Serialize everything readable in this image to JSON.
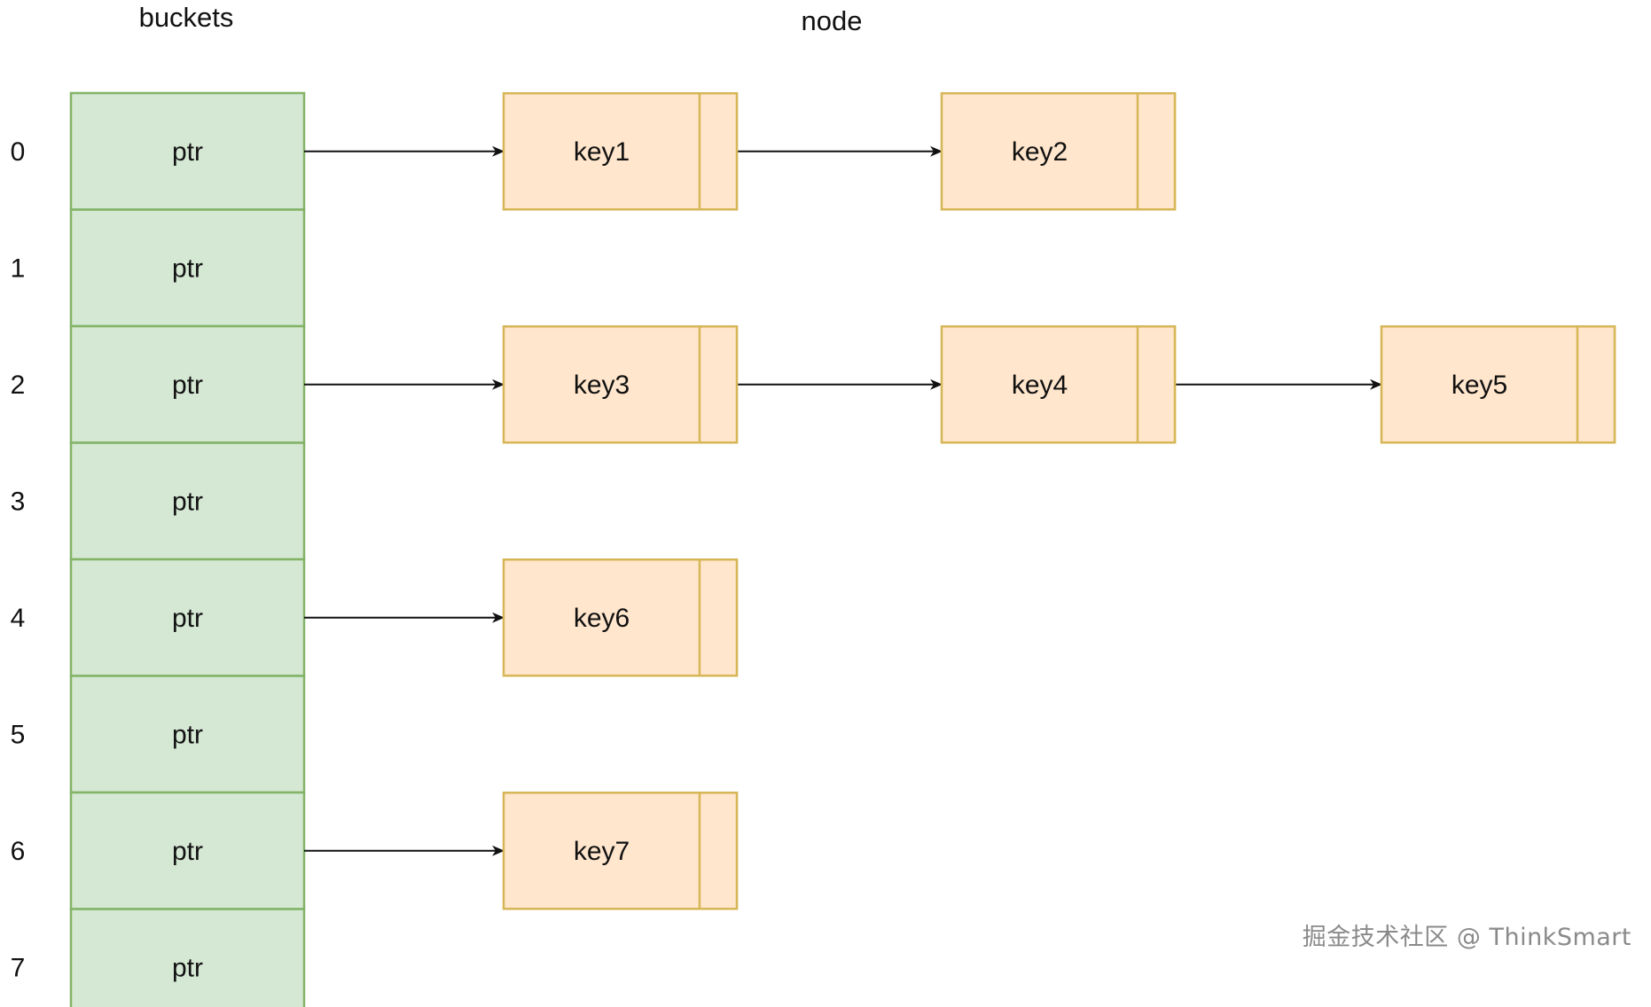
{
  "headers": {
    "buckets": "buckets",
    "node": "node"
  },
  "buckets": [
    {
      "index": "0",
      "label": "ptr"
    },
    {
      "index": "1",
      "label": "ptr"
    },
    {
      "index": "2",
      "label": "ptr"
    },
    {
      "index": "3",
      "label": "ptr"
    },
    {
      "index": "4",
      "label": "ptr"
    },
    {
      "index": "5",
      "label": "ptr"
    },
    {
      "index": "6",
      "label": "ptr"
    },
    {
      "index": "7",
      "label": "ptr"
    }
  ],
  "chains": [
    {
      "bucket": 0,
      "nodes": [
        "key1",
        "key2"
      ]
    },
    {
      "bucket": 2,
      "nodes": [
        "key3",
        "key4",
        "key5"
      ]
    },
    {
      "bucket": 4,
      "nodes": [
        "key6"
      ]
    },
    {
      "bucket": 6,
      "nodes": [
        "key7"
      ]
    }
  ],
  "colors": {
    "bucket_fill": "#d5e8d4",
    "bucket_stroke": "#82b366",
    "node_fill": "#ffe6cc",
    "node_stroke": "#d6b656",
    "arrow": "#111111"
  },
  "watermark": "掘金技术社区 @ ThinkSmart"
}
